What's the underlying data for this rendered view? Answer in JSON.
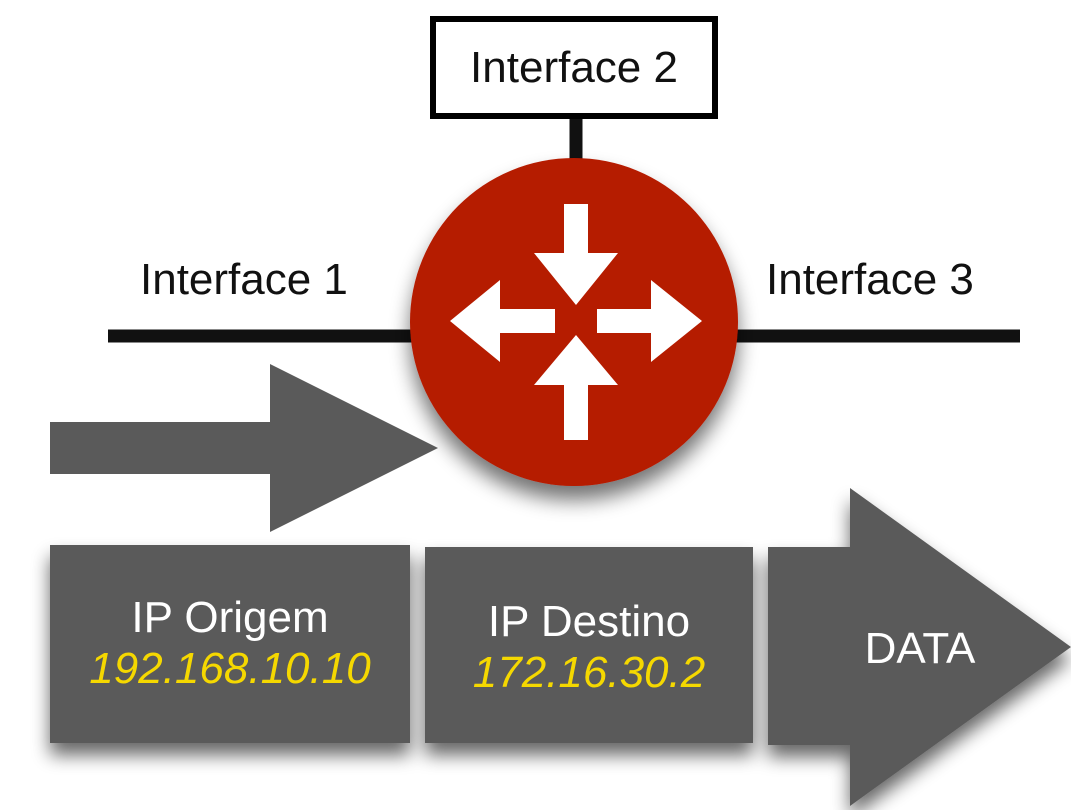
{
  "router": {
    "interfaces": [
      {
        "label": "Interface 1"
      },
      {
        "label": "Interface 2"
      },
      {
        "label": "Interface 3"
      }
    ],
    "colors": {
      "router_body": "#b51a00",
      "arrows": "#ffffff",
      "links": "#111111"
    }
  },
  "packet": {
    "fields": [
      {
        "name": "IP Origem",
        "value": "192.168.10.10"
      },
      {
        "name": "IP Destino",
        "value": "172.16.30.2"
      },
      {
        "name": "DATA"
      }
    ],
    "colors": {
      "field_fill": "#5a5a5a",
      "value_text": "#f5d800",
      "name_text": "#ffffff"
    }
  },
  "icons": {
    "direction_arrow": "right-arrow-icon",
    "router_symbol": "router-icon"
  }
}
